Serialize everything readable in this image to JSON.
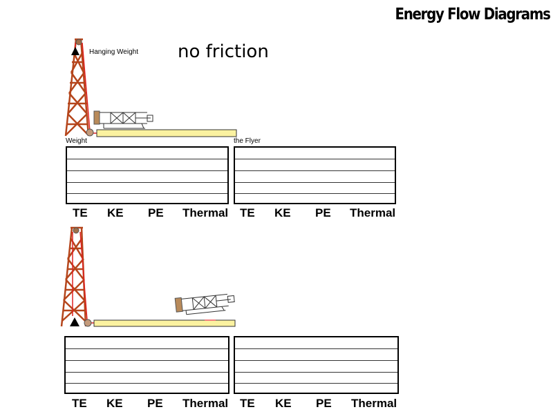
{
  "header": {
    "title": "Energy Flow Diagrams",
    "subtitle": "no friction"
  },
  "scene1": {
    "hanging_label": "Hanging Weight",
    "weight_label": "Weight",
    "flyer_label": "the Flyer"
  },
  "charts": {
    "columns": [
      "TE",
      "KE",
      "PE",
      "Thermal"
    ]
  },
  "colors": {
    "tower": "#b5451b",
    "rope": "#e02020",
    "rail_fill": "#fbf2a0",
    "rail_stroke": "#333333"
  }
}
